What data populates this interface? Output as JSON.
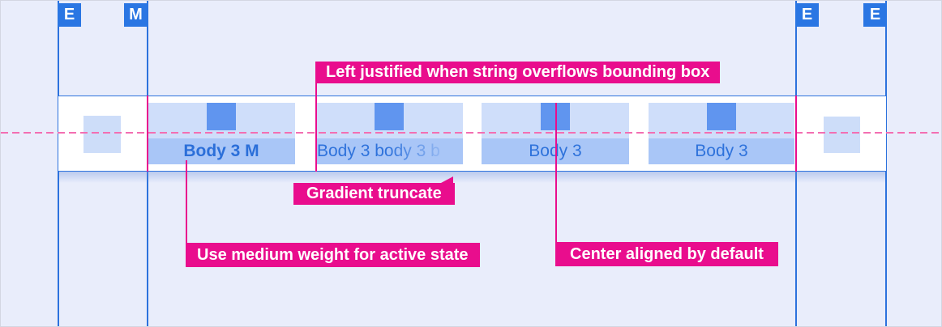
{
  "colors": {
    "background": "#e9edfb",
    "guide_blue": "#2c72dd",
    "marker_blue": "#2a76e3",
    "accent_magenta": "#e90d8d",
    "dashed_pink": "#f36fb2",
    "tab_icon_row": "#cfdefa",
    "tab_label_row": "#a9c6f7",
    "icon_square": "#6095ef",
    "tab_text_blue": "#2e72db"
  },
  "rulers": {
    "markers": [
      {
        "label": "E"
      },
      {
        "label": "M"
      },
      {
        "label": "E"
      },
      {
        "label": "E"
      }
    ]
  },
  "tabbar": {
    "tabs": [
      {
        "label": "Body 3 M",
        "state": "active-medium-weight",
        "align": "center"
      },
      {
        "label": "Body 3 body 3 b",
        "state": "gradient-truncated",
        "align": "left"
      },
      {
        "label": "Body 3",
        "state": "default",
        "align": "center"
      },
      {
        "label": "Body 3",
        "state": "default",
        "align": "center"
      }
    ]
  },
  "annotations": {
    "overflow": "Left justified when string overflows bounding box",
    "gradient": "Gradient truncate",
    "medium": "Use medium weight for active state",
    "center": "Center aligned by default"
  }
}
